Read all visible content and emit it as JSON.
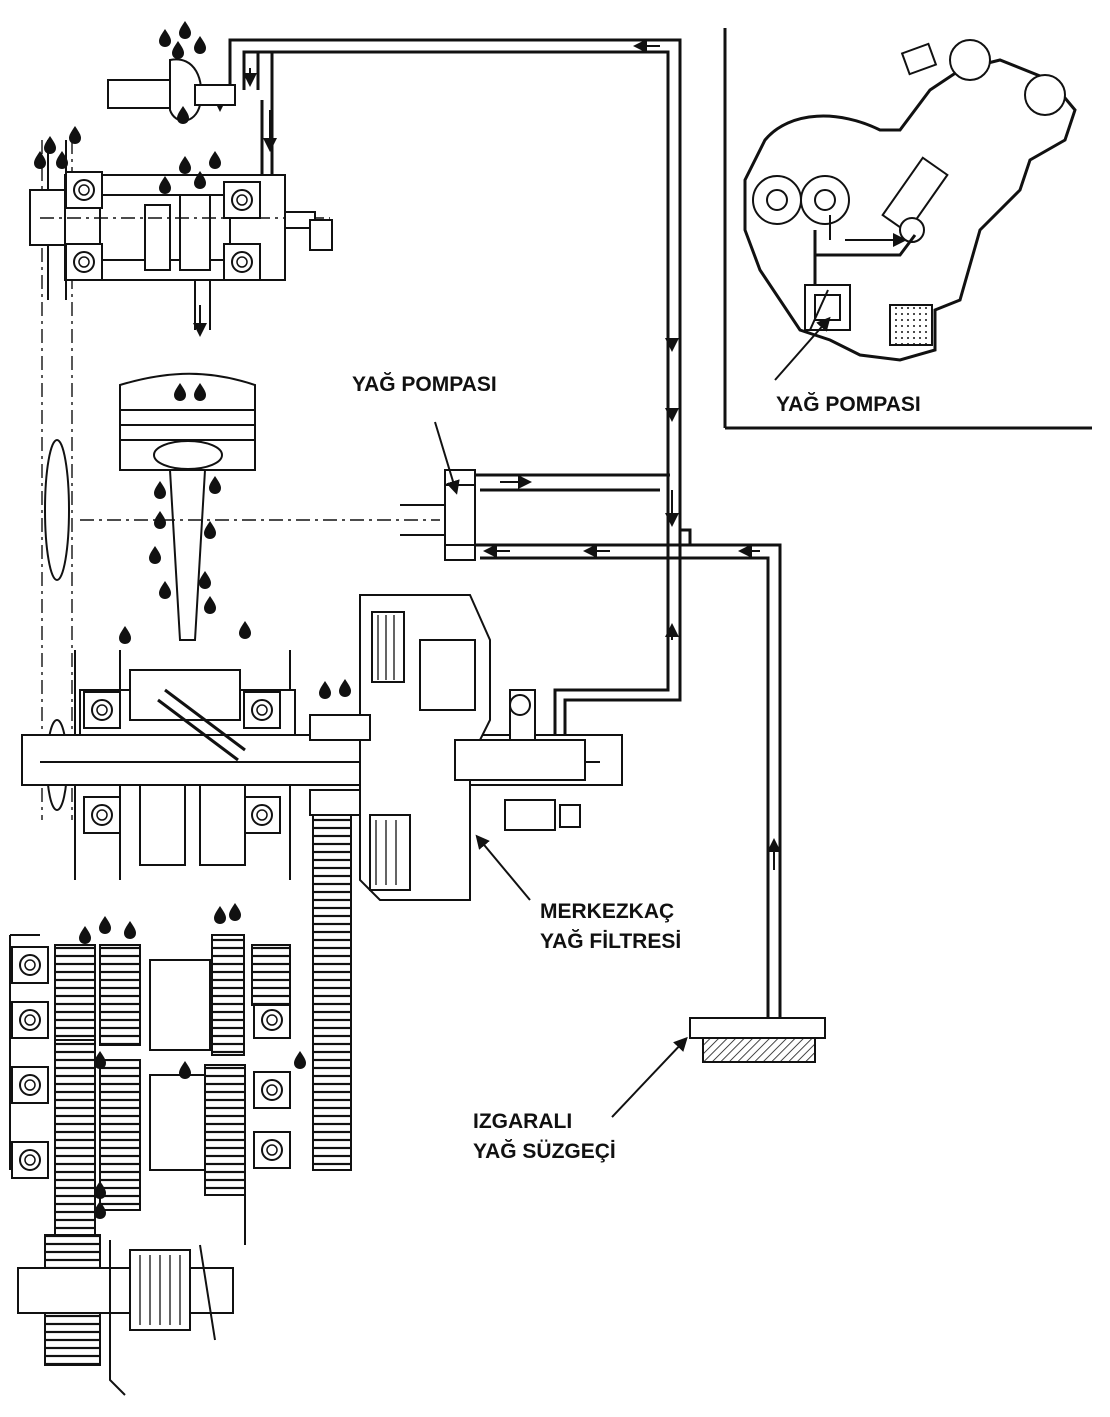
{
  "labels": {
    "oil_pump_main": "YAĞ POMPASI",
    "oil_pump_inset": "YAĞ POMPASI",
    "centrifugal_filter_line1": "MERKEZKAÇ",
    "centrifugal_filter_line2": "YAĞ FİLTRESİ",
    "strainer_line1": "IZGARALI",
    "strainer_line2": "YAĞ SÜZGEÇİ"
  },
  "colors": {
    "ink": "#111111",
    "background": "#ffffff"
  }
}
